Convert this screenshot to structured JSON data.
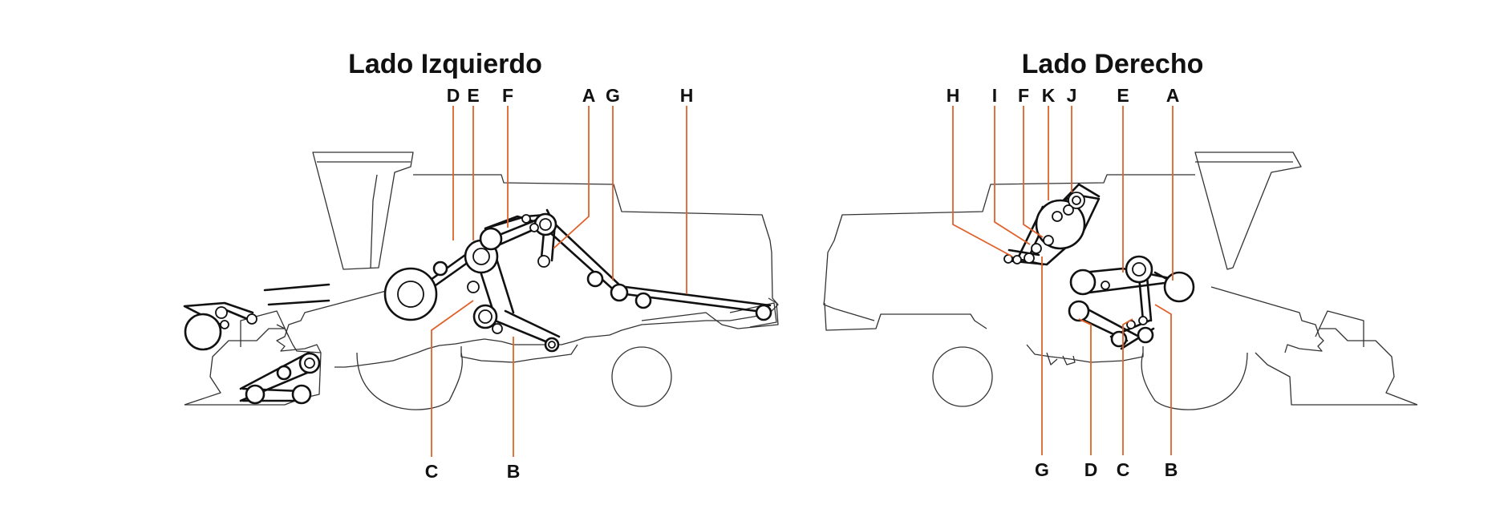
{
  "left_view": {
    "title": "Lado Izquierdo",
    "top_labels": [
      "D",
      "E",
      "F",
      "A",
      "G",
      "H"
    ],
    "bottom_labels": [
      "C",
      "B"
    ]
  },
  "right_view": {
    "title": "Lado Derecho",
    "top_labels": [
      "H",
      "I",
      "F",
      "K",
      "J",
      "E",
      "A"
    ],
    "bottom_labels": [
      "G",
      "D",
      "C",
      "B"
    ]
  },
  "colors": {
    "leader_line": "#e0622a",
    "belt": "#111111",
    "outline": "#333333",
    "text": "#111111"
  }
}
